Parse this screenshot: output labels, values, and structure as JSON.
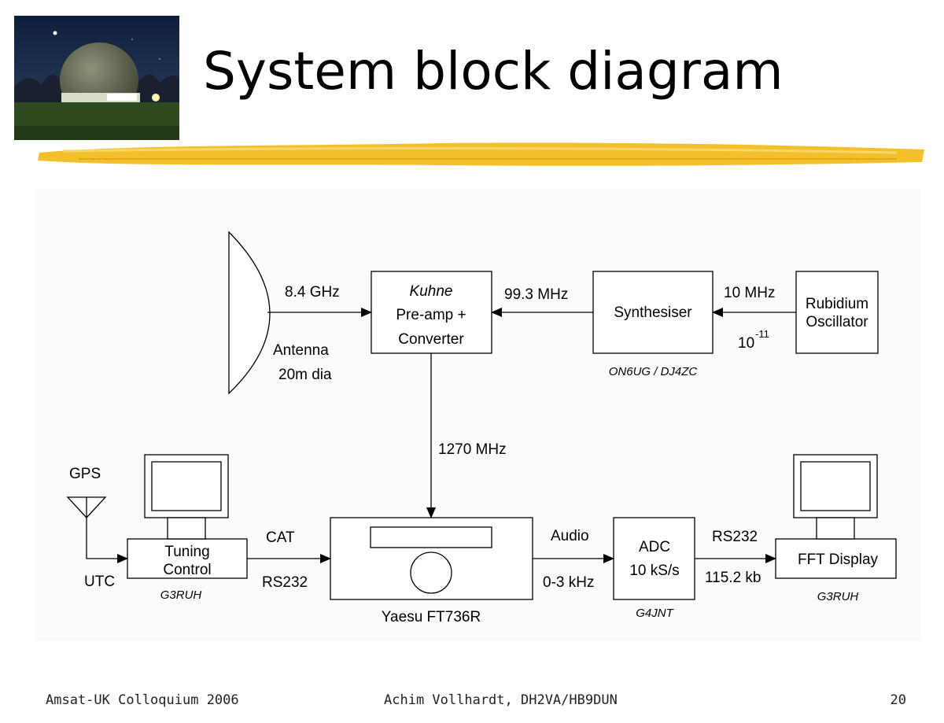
{
  "slide": {
    "title": "System block diagram",
    "footer": {
      "left": "Amsat-UK Colloquium 2006",
      "center": "Achim Vollhardt, DH2VA/HB9DUN",
      "page": "20"
    }
  },
  "diagram": {
    "antenna": {
      "line1": "Antenna",
      "line2": "20m dia"
    },
    "freq_8_4": "8.4 GHz",
    "preamp": {
      "line1": "Kuhne",
      "line2": "Pre-amp +",
      "line3": "Converter"
    },
    "freq_99_3": "99.3 MHz",
    "synthesiser": {
      "label": "Synthesiser",
      "credit": "ON6UG / DJ4ZC"
    },
    "freq_10mhz": "10 MHz",
    "stability": {
      "base": "10",
      "exp": "-11"
    },
    "rubidium": {
      "line1": "Rubidium",
      "line2": "Oscillator"
    },
    "freq_1270": "1270 MHz",
    "gps": "GPS",
    "utc": "UTC",
    "tuning": {
      "line1": "Tuning",
      "line2": "Control",
      "credit": "G3RUH"
    },
    "cat": "CAT",
    "rs232_left": "RS232",
    "radio": "Yaesu FT736R",
    "audio": "Audio",
    "audio_range": "0-3 kHz",
    "adc": {
      "line1": "ADC",
      "line2": "10 kS/s",
      "credit": "G4JNT"
    },
    "rs232_right": "RS232",
    "baud": "115.2 kb",
    "fft": {
      "label": "FFT Display",
      "credit": "G3RUH"
    }
  },
  "colors": {
    "highlighter": "#f2c02b",
    "ink": "#000000"
  }
}
